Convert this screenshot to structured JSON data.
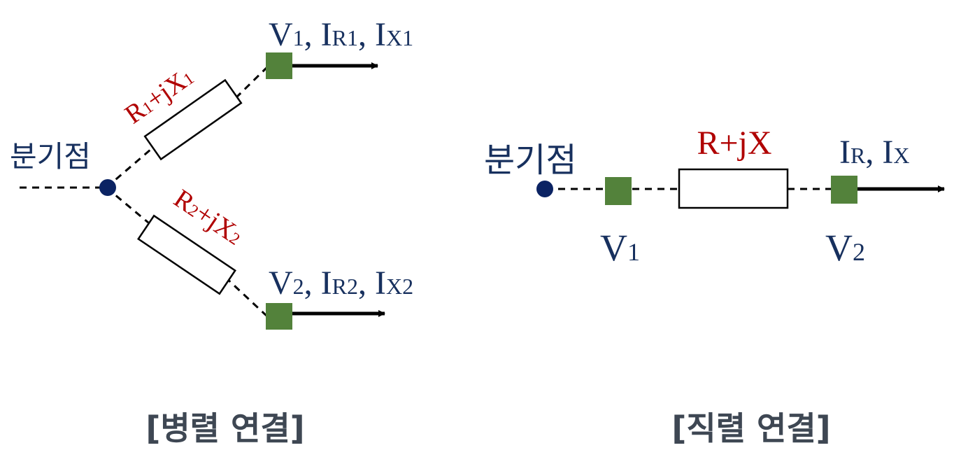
{
  "colors": {
    "text_primary": "#17305e",
    "text_resistor": "#b00000",
    "node_fill": "#53823b",
    "branch_point": "#0b2363",
    "caption": "#3e4753"
  },
  "parallel": {
    "branch_label": "분기점",
    "top_resistor": {
      "base_r": "R",
      "sub_r": "1",
      "mid": "+jX",
      "sub_x": "1"
    },
    "bottom_resistor": {
      "base_r": "R",
      "sub_r": "2",
      "mid": "+jX",
      "sub_x": "2"
    },
    "top_node_label": {
      "v": "V",
      "v_sub": "1",
      "sep1": ", I",
      "ir_sub": "R1",
      "sep2": ", I",
      "ix_sub": "X1"
    },
    "bottom_node_label": {
      "v": "V",
      "v_sub": "2",
      "sep1": ", I",
      "ir_sub": "R2",
      "sep2": ", I",
      "ix_sub": "X2"
    },
    "caption": "[병렬 연결]"
  },
  "series": {
    "branch_label": "분기점",
    "resistor_label": "R+jX",
    "current_label": {
      "i1": "I",
      "ir_sub": "R",
      "sep": ", I",
      "ix_sub": "X"
    },
    "node1_label": {
      "v": "V",
      "sub": "1"
    },
    "node2_label": {
      "v": "V",
      "sub": "2"
    },
    "caption": "[직렬 연결]"
  }
}
